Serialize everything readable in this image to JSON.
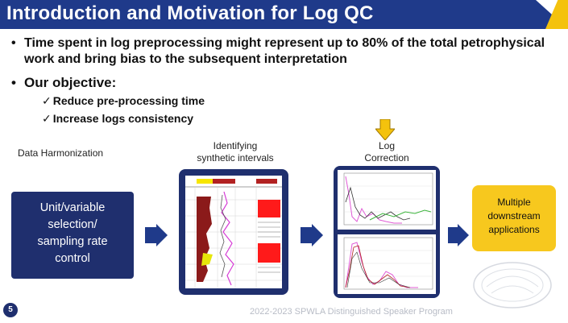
{
  "slide": {
    "title": "Introduction and Motivation for Log QC",
    "bullet_1": "Time spent in log preprocessing might represent up to 80% of the total petrophysical work and bring bias to the subsequent interpretation",
    "bullet_2": "Our objective:",
    "sub_items": [
      "Reduce pre-processing time",
      "Increase logs consistency"
    ],
    "bullet_glyph": "•",
    "check_glyph": "✓"
  },
  "flow": {
    "stage1_caption": "Data Harmonization",
    "stage1_box": [
      "Unit/variable",
      "selection/",
      "sampling rate",
      "control"
    ],
    "stage2_caption": [
      "Identifying",
      "synthetic intervals"
    ],
    "stage3_caption": [
      "Log",
      "Correction"
    ],
    "stage4_box": [
      "Multiple",
      "downstream",
      "applications"
    ]
  },
  "footer": {
    "page_number": "5",
    "program": "2022-2023 SPWLA Distinguished Speaker Program"
  },
  "colors": {
    "title_bg": "#1f3a8a",
    "box_navy": "#1f2f6e",
    "accent_yellow": "#f7c81e",
    "arrow_gold": "#f4c20d"
  },
  "icons": {
    "flow_arrow": "right-arrow-icon",
    "highlight_arrow": "down-arrow-icon",
    "seal": "spwla-seal-watermark"
  }
}
